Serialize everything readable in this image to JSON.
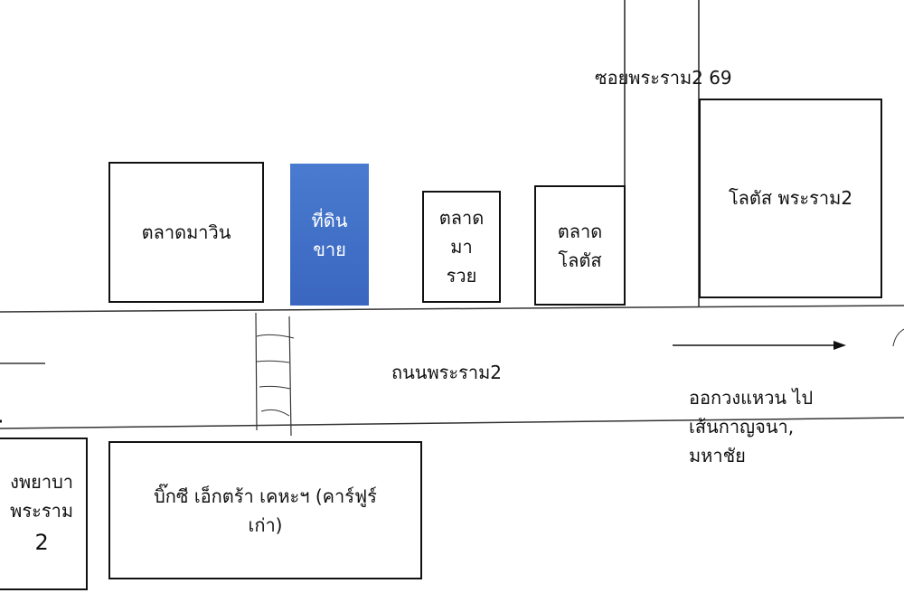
{
  "soi_label": "ซอยพระราม2 69",
  "road_label": "ถนนพระราม2",
  "direction_label_lines": [
    "ออกวงแหวน ไป",
    "เส้นกาญจนา,",
    "มหาชัย"
  ],
  "plot_for_sale": {
    "lines": [
      "ที่ดิน",
      "ขาย"
    ],
    "color": "#4472c4"
  },
  "buildings": {
    "mawin_market": "ตลาดมาวิน",
    "maruay_market": [
      "ตลาด",
      "มา",
      "รวย"
    ],
    "lotus_market": [
      "ตลาด",
      "โลตัส"
    ],
    "lotus_rama2": "โลตัส พระราม2",
    "hospital": [
      "งพยาบา",
      "พระราม",
      "2"
    ],
    "bigc": [
      "บิ๊กซี เอ็กตร้า เคหะฯ (คาร์ฟูร์",
      "เก่า)"
    ]
  }
}
